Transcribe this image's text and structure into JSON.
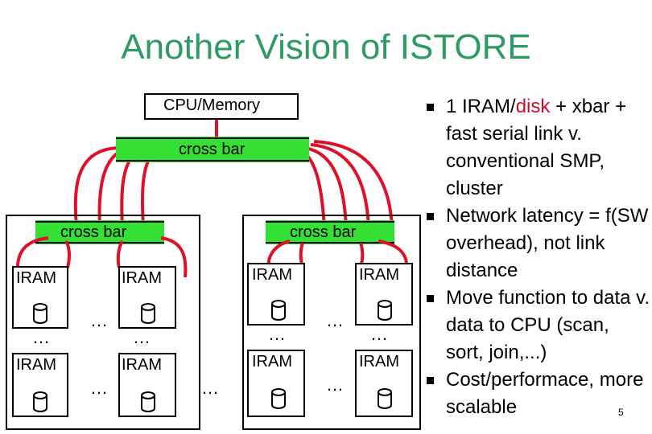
{
  "title": "Another Vision of ISTORE",
  "diagram": {
    "cpu_label": "CPU/Memory",
    "top_crossbar_label": "cross bar",
    "left_crossbar_label": "cross bar",
    "right_crossbar_label": "cross bar",
    "iram_label": "IRAM",
    "ellipsis": "…",
    "ellipsis_mid": "…",
    "colors": {
      "crossbar": "#33e033",
      "link": "#e0102a",
      "title": "#2f9a63",
      "disk_word": "#c8102e"
    }
  },
  "bullets": [
    {
      "pre": "1 IRAM/",
      "highlight": "disk",
      "post": " + xbar + fast serial link v. conventional SMP, cluster"
    },
    {
      "pre": "Network latency = f(SW overhead), not link distance",
      "highlight": "",
      "post": ""
    },
    {
      "pre": "Move function to data v. data to CPU (scan, sort, join,...)",
      "highlight": "",
      "post": ""
    },
    {
      "pre": "Cost/performace, more scalable",
      "highlight": "",
      "post": ""
    }
  ],
  "page_number": "5"
}
